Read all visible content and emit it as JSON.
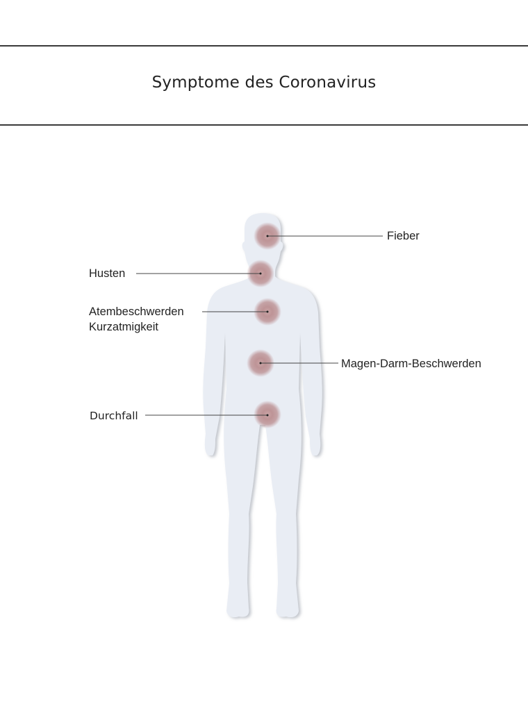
{
  "header": {
    "title": "Symptome des Coronavirus"
  },
  "symptoms": [
    {
      "label": "Fieber",
      "location": "head"
    },
    {
      "label": "Husten",
      "location": "throat"
    },
    {
      "label_line1": "Atembeschwerden",
      "label_line2": "Kurzatmigkeit",
      "location": "chest"
    },
    {
      "label": "Magen-Darm-Beschwerden",
      "location": "abdomen"
    },
    {
      "label": "Durchfall",
      "location": "lower abdomen"
    }
  ],
  "colors": {
    "body_fill": "#e9edf4",
    "body_shadow": "#c9ced8",
    "spot": "#b98a8c",
    "leader_line": "#444444",
    "rule": "#3a3a3a"
  }
}
